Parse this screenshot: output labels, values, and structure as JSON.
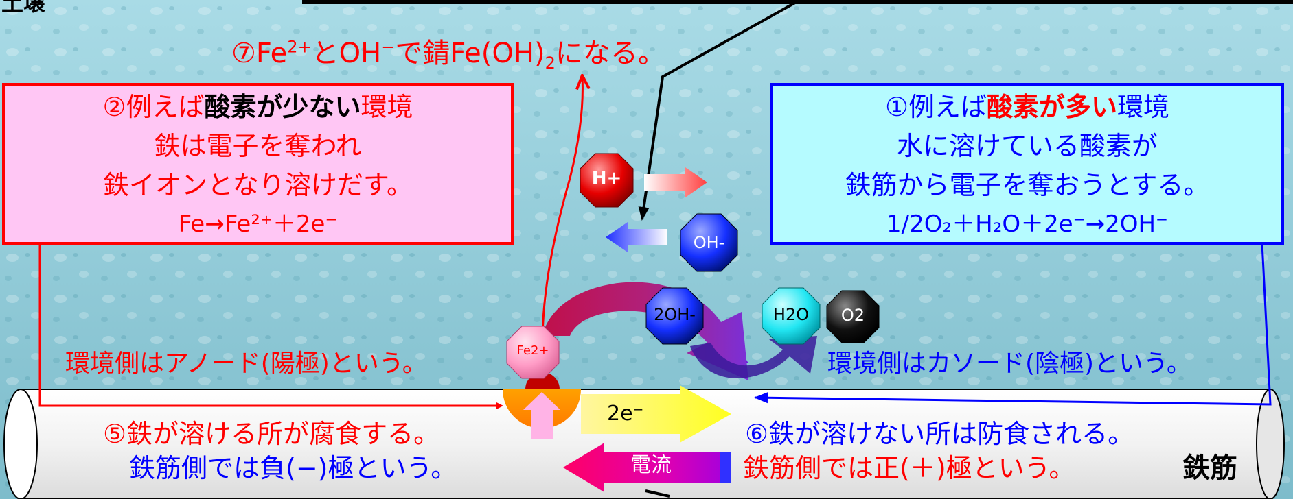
{
  "corner_label": "土壌",
  "colors": {
    "red": "#ff0000",
    "blue": "#0000ff",
    "black": "#000000",
    "background": "#8ec9d6"
  },
  "rust_text": {
    "prefix": "⑦Fe",
    "sup1": "2+",
    "mid": "とOH",
    "sup2": "−",
    "mid2": "で錆Fe(OH)",
    "sub": "2",
    "suffix": "になる。"
  },
  "anode_box": {
    "line1_pre": "②例えば",
    "line1_bold": "酸素が少ない",
    "line1_post": "環境",
    "line2": "鉄は電子を奪われ",
    "line3": "鉄イオンとなり溶けだす。",
    "equation": "Fe→Fe²⁺＋2e⁻"
  },
  "cathode_box": {
    "line1_pre": "①例えば",
    "line1_bold": "酸素が多い",
    "line1_post": "環境",
    "line2": "水に溶けている酸素が",
    "line3": "鉄筋から電子を奪おうとする。",
    "equation": "1/2O₂＋H₂O＋2e⁻→2OH⁻"
  },
  "ions": {
    "h_plus": "H+",
    "oh_minus": "OH-",
    "two_oh": "2OH-",
    "h2o": "H2O",
    "o2": "O2",
    "fe2": "Fe2+"
  },
  "anode_side_label": "環境側はアノード(陽極)という。",
  "cathode_side_label": "環境側はカソード(陰極)という。",
  "electron_label": "2e⁻",
  "current_label": "電流",
  "corrosion_text": {
    "line1": "⑤鉄が溶ける所が腐食する。",
    "line2": "鉄筋側では負(−)極という。"
  },
  "protection_text": {
    "line1": "⑥鉄が溶けない所は防食される。",
    "line2": "鉄筋側では正(＋)極という。"
  },
  "rebar_label": "鉄筋"
}
